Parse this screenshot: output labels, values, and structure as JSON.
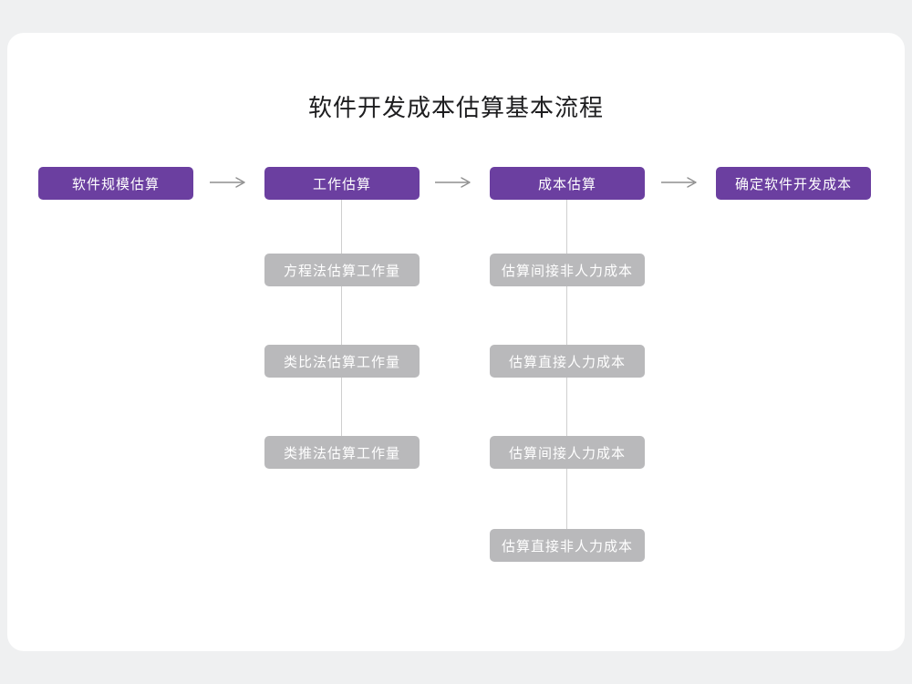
{
  "title": "软件开发成本估算基本流程",
  "colors": {
    "main_node": "#6b3fa0",
    "sub_node": "#b9b9bb",
    "arrow": "#8f8f8f",
    "connector": "#cfcfcf",
    "card": "#ffffff",
    "page_background": "#eff0f1"
  },
  "flow": {
    "main_nodes": [
      {
        "label": "软件规模估算"
      },
      {
        "label": "工作估算"
      },
      {
        "label": "成本估算"
      },
      {
        "label": "确定软件开发成本"
      }
    ],
    "work_sub_nodes": [
      "方程法估算工作量",
      "类比法估算工作量",
      "类推法估算工作量"
    ],
    "cost_sub_nodes": [
      "估算间接非人力成本",
      "估算直接人力成本",
      "估算间接人力成本",
      "估算直接非人力成本"
    ]
  }
}
